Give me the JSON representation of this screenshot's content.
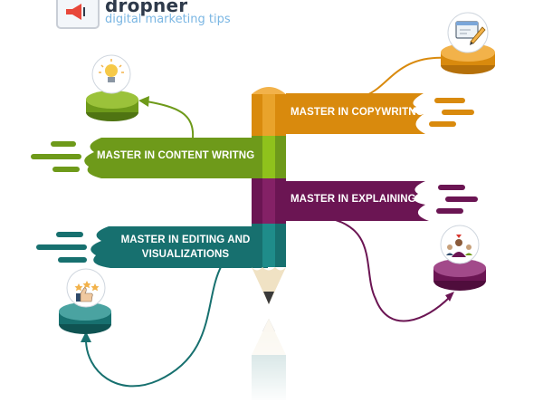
{
  "brand": {
    "name": "dropner",
    "tagline": "digital marketing tips",
    "icon": "megaphone-monitor-icon"
  },
  "branches": [
    {
      "id": "copywriting",
      "label": "MASTER IN COPYWRITNG",
      "color": "#d98a0d",
      "icon": "browser-window-pen-icon"
    },
    {
      "id": "content-writing",
      "label": "MASTER IN CONTENT WRITNG",
      "color": "#6e9a1a",
      "icon": "lightbulb-icon"
    },
    {
      "id": "explaining",
      "label": "MASTER IN EXPLAINING",
      "color": "#6b1553",
      "icon": "presenter-icon"
    },
    {
      "id": "editing",
      "label": "MASTER IN EDITING AND VISUALIZATIONS",
      "color": "#17706f",
      "icon": "thumbs-up-stars-icon"
    }
  ],
  "colors": {
    "pencil_tip_wood": "#f0e2c4",
    "pencil_lead": "#3a3a3a",
    "pencil_cap_top": "#f2b24a"
  }
}
